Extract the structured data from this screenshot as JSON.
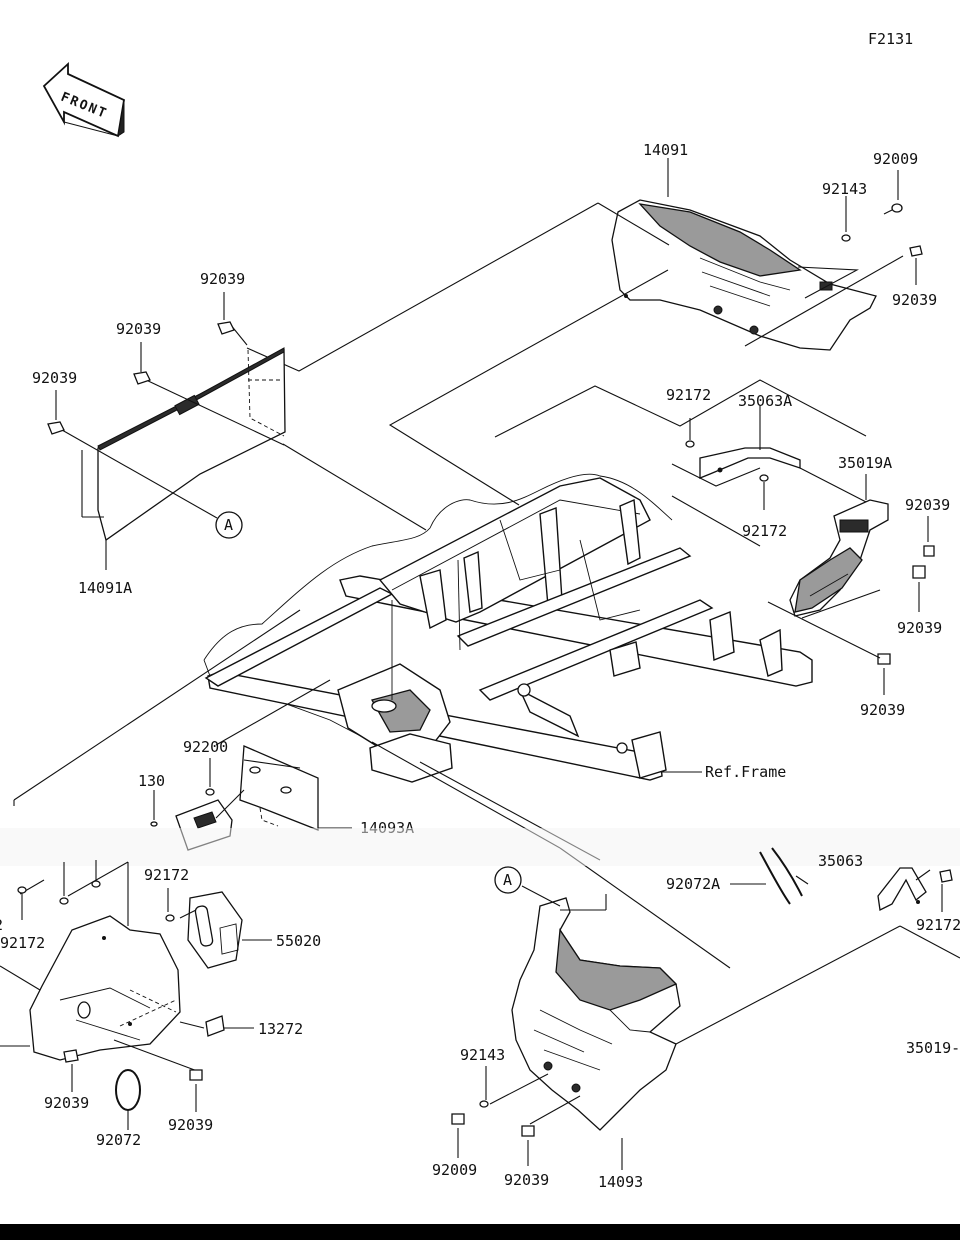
{
  "diagram_code": "F2131",
  "front_label": "FRONT",
  "callout_marker": "A",
  "parts": [
    {
      "id": "p14091",
      "number": "14091"
    },
    {
      "id": "p92009_tr",
      "number": "92009"
    },
    {
      "id": "p92143_tr",
      "number": "92143"
    },
    {
      "id": "p92039_tr",
      "number": "92039"
    },
    {
      "id": "p92039_a",
      "number": "92039"
    },
    {
      "id": "p92039_b",
      "number": "92039"
    },
    {
      "id": "p92039_c",
      "number": "92039"
    },
    {
      "id": "p14091A",
      "number": "14091A"
    },
    {
      "id": "p92172_a",
      "number": "92172"
    },
    {
      "id": "p35063A",
      "number": "35063A"
    },
    {
      "id": "p92172_b",
      "number": "92172"
    },
    {
      "id": "p35019A",
      "number": "35019A"
    },
    {
      "id": "p92039_r1",
      "number": "92039"
    },
    {
      "id": "p92039_r2",
      "number": "92039"
    },
    {
      "id": "p92039_r3",
      "number": "92039"
    },
    {
      "id": "pRefFrame",
      "number": "Ref.Frame"
    },
    {
      "id": "p92200",
      "number": "92200"
    },
    {
      "id": "p130",
      "number": "130"
    },
    {
      "id": "p14093A",
      "number": "14093A"
    },
    {
      "id": "p92172_l",
      "number": "92172"
    },
    {
      "id": "p92172_l2",
      "number": "92172"
    },
    {
      "id": "p55020",
      "number": "55020"
    },
    {
      "id": "p13272",
      "number": "13272"
    },
    {
      "id": "p92039_l1",
      "number": "92039"
    },
    {
      "id": "p92039_l2",
      "number": "92039"
    },
    {
      "id": "p92072",
      "number": "92072"
    },
    {
      "id": "p92072A",
      "number": "92072A"
    },
    {
      "id": "p35063",
      "number": "35063"
    },
    {
      "id": "p92172_r",
      "number": "92172"
    },
    {
      "id": "p35019",
      "number": "35019-"
    },
    {
      "id": "p92143_b",
      "number": "92143"
    },
    {
      "id": "p92009_b",
      "number": "92009"
    },
    {
      "id": "p92039_b2",
      "number": "92039"
    },
    {
      "id": "p14093",
      "number": "14093"
    },
    {
      "id": "p2_edge",
      "number": "2"
    }
  ]
}
